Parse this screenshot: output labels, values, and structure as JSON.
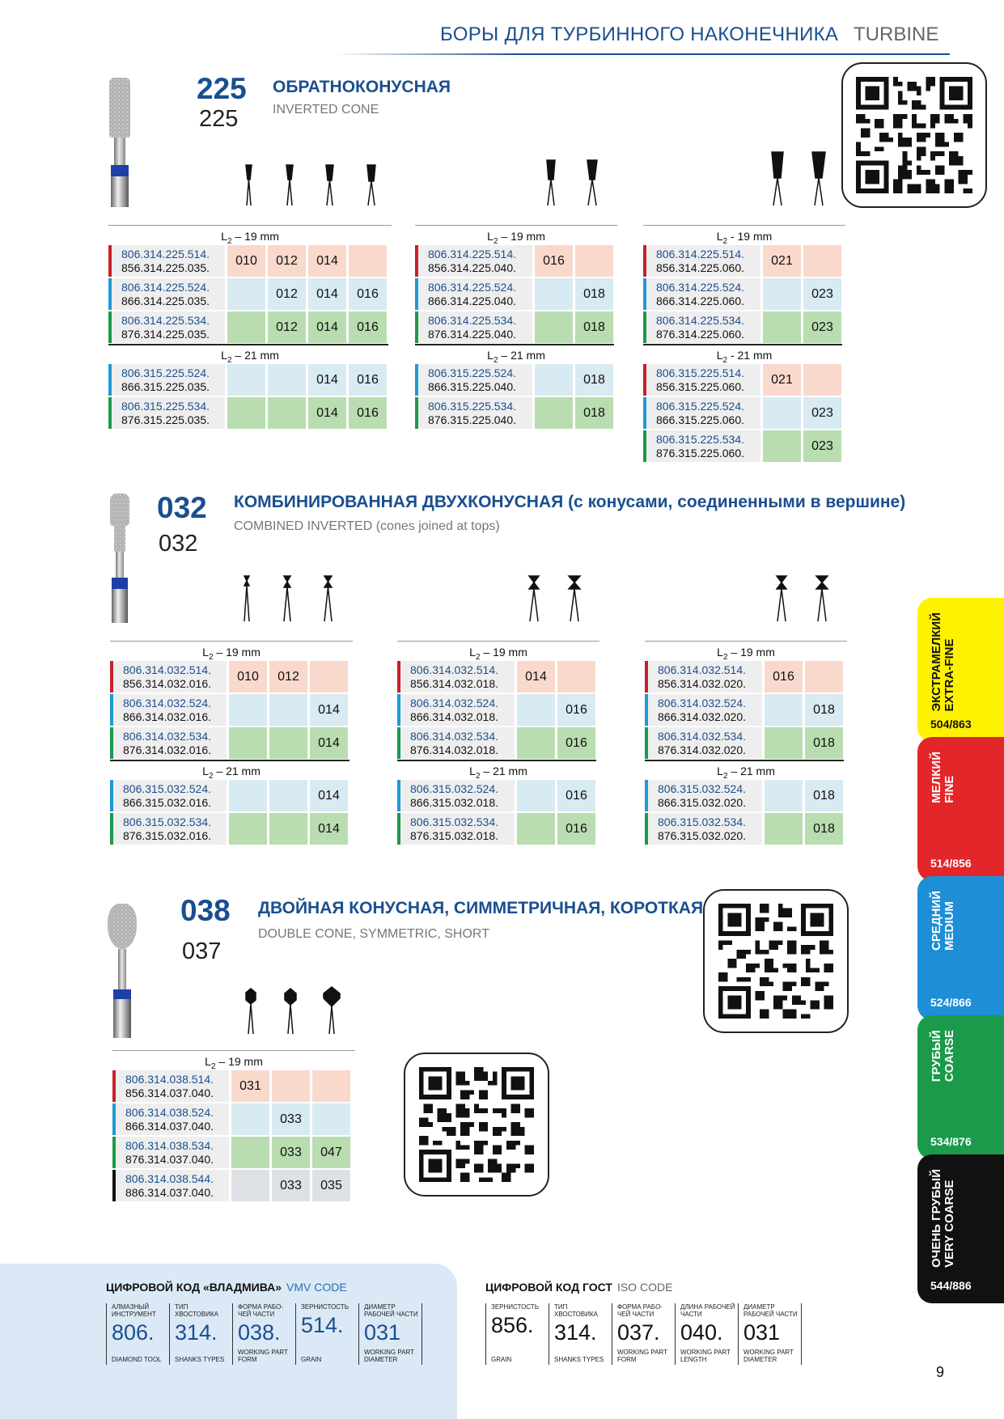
{
  "header": {
    "title": "БОРЫ ДЛЯ ТУРБИННОГО НАКОНЕЧНИКА",
    "subtitle": "TURBINE"
  },
  "sections": {
    "s225": {
      "num_main": "225",
      "num_alt": "225",
      "title": "ОБРАТНОКОНУСНАЯ",
      "subtitle": "INVERTED CONE"
    },
    "s032": {
      "num_main": "032",
      "num_alt": "032",
      "title": "КОМБИНИРОВАННАЯ ДВУХКОНУСНАЯ (с конусами, соединенными в вершине)",
      "subtitle": "COMBINED INVERTED (cones joined at tops)"
    },
    "s038": {
      "num_main": "038",
      "num_alt": "037",
      "title": "ДВОЙНАЯ КОНУСНАЯ, СИММЕТРИЧНАЯ, КОРОТКАЯ",
      "subtitle": "DOUBLE CONE, SYMMETRIC, SHORT"
    }
  },
  "labels": {
    "l": "L",
    "l_sub": "2",
    "l19": "– 19 mm",
    "l21": "– 21 mm",
    "l19b": "- 19 mm",
    "l21b": "- 21 mm"
  },
  "grids": {
    "g225a": {
      "r19": [
        {
          "a": "806.314.225.514.",
          "b": "856.314.225.035.",
          "cells": [
            "010",
            "012",
            "014",
            ""
          ]
        },
        {
          "a": "806.314.225.524.",
          "b": "866.314.225.035.",
          "cells": [
            "",
            "012",
            "014",
            "016"
          ]
        },
        {
          "a": "806.314.225.534.",
          "b": "876.314.225.035.",
          "cells": [
            "",
            "012",
            "014",
            "016"
          ]
        }
      ],
      "r21": [
        {
          "a": "806.315.225.524.",
          "b": "866.315.225.035.",
          "cells": [
            "",
            "",
            "014",
            "016"
          ]
        },
        {
          "a": "806.315.225.534.",
          "b": "876.315.225.035.",
          "cells": [
            "",
            "",
            "014",
            "016"
          ]
        }
      ]
    },
    "g225b": {
      "r19": [
        {
          "a": "806.314.225.514.",
          "b": "856.314.225.040.",
          "cells": [
            "016",
            ""
          ]
        },
        {
          "a": "806.314.225.524.",
          "b": "866.314.225.040.",
          "cells": [
            "",
            "018"
          ]
        },
        {
          "a": "806.314.225.534.",
          "b": "876.314.225.040.",
          "cells": [
            "",
            "018"
          ]
        }
      ],
      "r21": [
        {
          "a": "806.315.225.524.",
          "b": "866.315.225.040.",
          "cells": [
            "",
            "018"
          ]
        },
        {
          "a": "806.315.225.534.",
          "b": "876.315.225.040.",
          "cells": [
            "",
            "018"
          ]
        }
      ]
    },
    "g225c": {
      "r19": [
        {
          "a": "806.314.225.514.",
          "b": "856.314.225.060.",
          "cells": [
            "021",
            ""
          ]
        },
        {
          "a": "806.314.225.524.",
          "b": "866.314.225.060.",
          "cells": [
            "",
            "023"
          ]
        },
        {
          "a": "806.314.225.534.",
          "b": "876.314.225.060.",
          "cells": [
            "",
            "023"
          ]
        }
      ],
      "r21": [
        {
          "a": "806.315.225.514.",
          "b": "856.315.225.060.",
          "cells": [
            "021",
            ""
          ]
        },
        {
          "a": "806.315.225.524.",
          "b": "866.315.225.060.",
          "cells": [
            "",
            "023"
          ]
        },
        {
          "a": "806.315.225.534.",
          "b": "876.315.225.060.",
          "cells": [
            "",
            "023"
          ]
        }
      ]
    },
    "g032a": {
      "r19": [
        {
          "a": "806.314.032.514.",
          "b": "856.314.032.016.",
          "cells": [
            "010",
            "012",
            ""
          ]
        },
        {
          "a": "806.314.032.524.",
          "b": "866.314.032.016.",
          "cells": [
            "",
            "",
            "014"
          ]
        },
        {
          "a": "806.314.032.534.",
          "b": "876.314.032.016.",
          "cells": [
            "",
            "",
            "014"
          ]
        }
      ],
      "r21": [
        {
          "a": "806.315.032.524.",
          "b": "866.315.032.016.",
          "cells": [
            "",
            "",
            "014"
          ]
        },
        {
          "a": "806.315.032.534.",
          "b": "876.315.032.016.",
          "cells": [
            "",
            "",
            "014"
          ]
        }
      ]
    },
    "g032b": {
      "r19": [
        {
          "a": "806.314.032.514.",
          "b": "856.314.032.018.",
          "cells": [
            "014",
            ""
          ]
        },
        {
          "a": "806.314.032.524.",
          "b": "866.314.032.018.",
          "cells": [
            "",
            "016"
          ]
        },
        {
          "a": "806.314.032.534.",
          "b": "876.314.032.018.",
          "cells": [
            "",
            "016"
          ]
        }
      ],
      "r21": [
        {
          "a": "806.315.032.524.",
          "b": "866.315.032.018.",
          "cells": [
            "",
            "016"
          ]
        },
        {
          "a": "806.315.032.534.",
          "b": "876.315.032.018.",
          "cells": [
            "",
            "016"
          ]
        }
      ]
    },
    "g032c": {
      "r19": [
        {
          "a": "806.314.032.514.",
          "b": "856.314.032.020.",
          "cells": [
            "016",
            ""
          ]
        },
        {
          "a": "806.314.032.524.",
          "b": "866.314.032.020.",
          "cells": [
            "",
            "018"
          ]
        },
        {
          "a": "806.314.032.534.",
          "b": "876.314.032.020.",
          "cells": [
            "",
            "018"
          ]
        }
      ],
      "r21": [
        {
          "a": "806.315.032.524.",
          "b": "866.315.032.020.",
          "cells": [
            "",
            "018"
          ]
        },
        {
          "a": "806.315.032.534.",
          "b": "876.315.032.020.",
          "cells": [
            "",
            "018"
          ]
        }
      ]
    },
    "g038": {
      "r19": [
        {
          "a": "806.314.038.514.",
          "b": "856.314.037.040.",
          "cells": [
            "031",
            "",
            ""
          ]
        },
        {
          "a": "806.314.038.524.",
          "b": "866.314.037.040.",
          "cells": [
            "",
            "033",
            ""
          ]
        },
        {
          "a": "806.314.038.534.",
          "b": "876.314.037.040.",
          "cells": [
            "",
            "033",
            "047"
          ]
        },
        {
          "a": "806.314.038.544.",
          "b": "886.314.037.040.",
          "cells": [
            "",
            "033",
            "035"
          ]
        }
      ]
    }
  },
  "tabs": [
    {
      "ru": "ЭКСТРАМЕЛКИЙ",
      "en": "EXTRA-FINE",
      "code": "504/863",
      "color": "#fff200"
    },
    {
      "ru": "МЕЛКИЙ",
      "en": "FINE",
      "code": "514/856",
      "color": "#e3262a"
    },
    {
      "ru": "СРЕДНИЙ",
      "en": "MEDIUM",
      "code": "524/866",
      "color": "#1e8fd6"
    },
    {
      "ru": "ГРУБЫЙ",
      "en": "COARSE",
      "code": "534/876",
      "color": "#1a9a4a"
    },
    {
      "ru": "ОЧЕНЬ ГРУБЫЙ",
      "en": "VERY COARSE",
      "code": "544/886",
      "color": "#111111"
    }
  ],
  "footer_vmv": {
    "title": "ЦИФРОВОЙ КОД «ВЛАДМИВА»",
    "title_en": "VMV CODE",
    "cols": [
      {
        "top": "АЛМАЗНЫЙ ИНСТРУМЕНТ",
        "val": "806.",
        "bot": "DIAMOND TOOL"
      },
      {
        "top": "ТИП ХВОСТОВИКА",
        "val": "314.",
        "bot": "SHANKS TYPES"
      },
      {
        "top": "ФОРМА РАБО-ЧЕЙ ЧАСТИ",
        "val": "038.",
        "bot": "WORKING PART FORM"
      },
      {
        "top": "ЗЕРНИСТОСТЬ",
        "val": "514.",
        "bot": "GRAIN"
      },
      {
        "top": "ДИАМЕТР РАБОЧЕЙ ЧАСТИ",
        "val": "031",
        "bot": "WORKING PART DIAMETER"
      }
    ]
  },
  "footer_iso": {
    "title": "ЦИФРОВОЙ КОД ГОСТ",
    "title_en": "ISO CODE",
    "cols": [
      {
        "top": "ЗЕРНИСТОСТЬ",
        "val": "856.",
        "bot": "GRAIN"
      },
      {
        "top": "ТИП ХВОСТОВИКА",
        "val": "314.",
        "bot": "SHANKS TYPES"
      },
      {
        "top": "ФОРМА РАБО-ЧЕЙ ЧАСТИ",
        "val": "037.",
        "bot": "WORKING PART FORM"
      },
      {
        "top": "ДЛИНА РАБОЧЕЙ ЧАСТИ",
        "val": "040.",
        "bot": "WORKING PART LENGTH"
      },
      {
        "top": "ДИАМЕТР РАБОЧЕЙ ЧАСТИ",
        "val": "031",
        "bot": "WORKING PART DIAMETER"
      }
    ]
  },
  "page_number": "9"
}
